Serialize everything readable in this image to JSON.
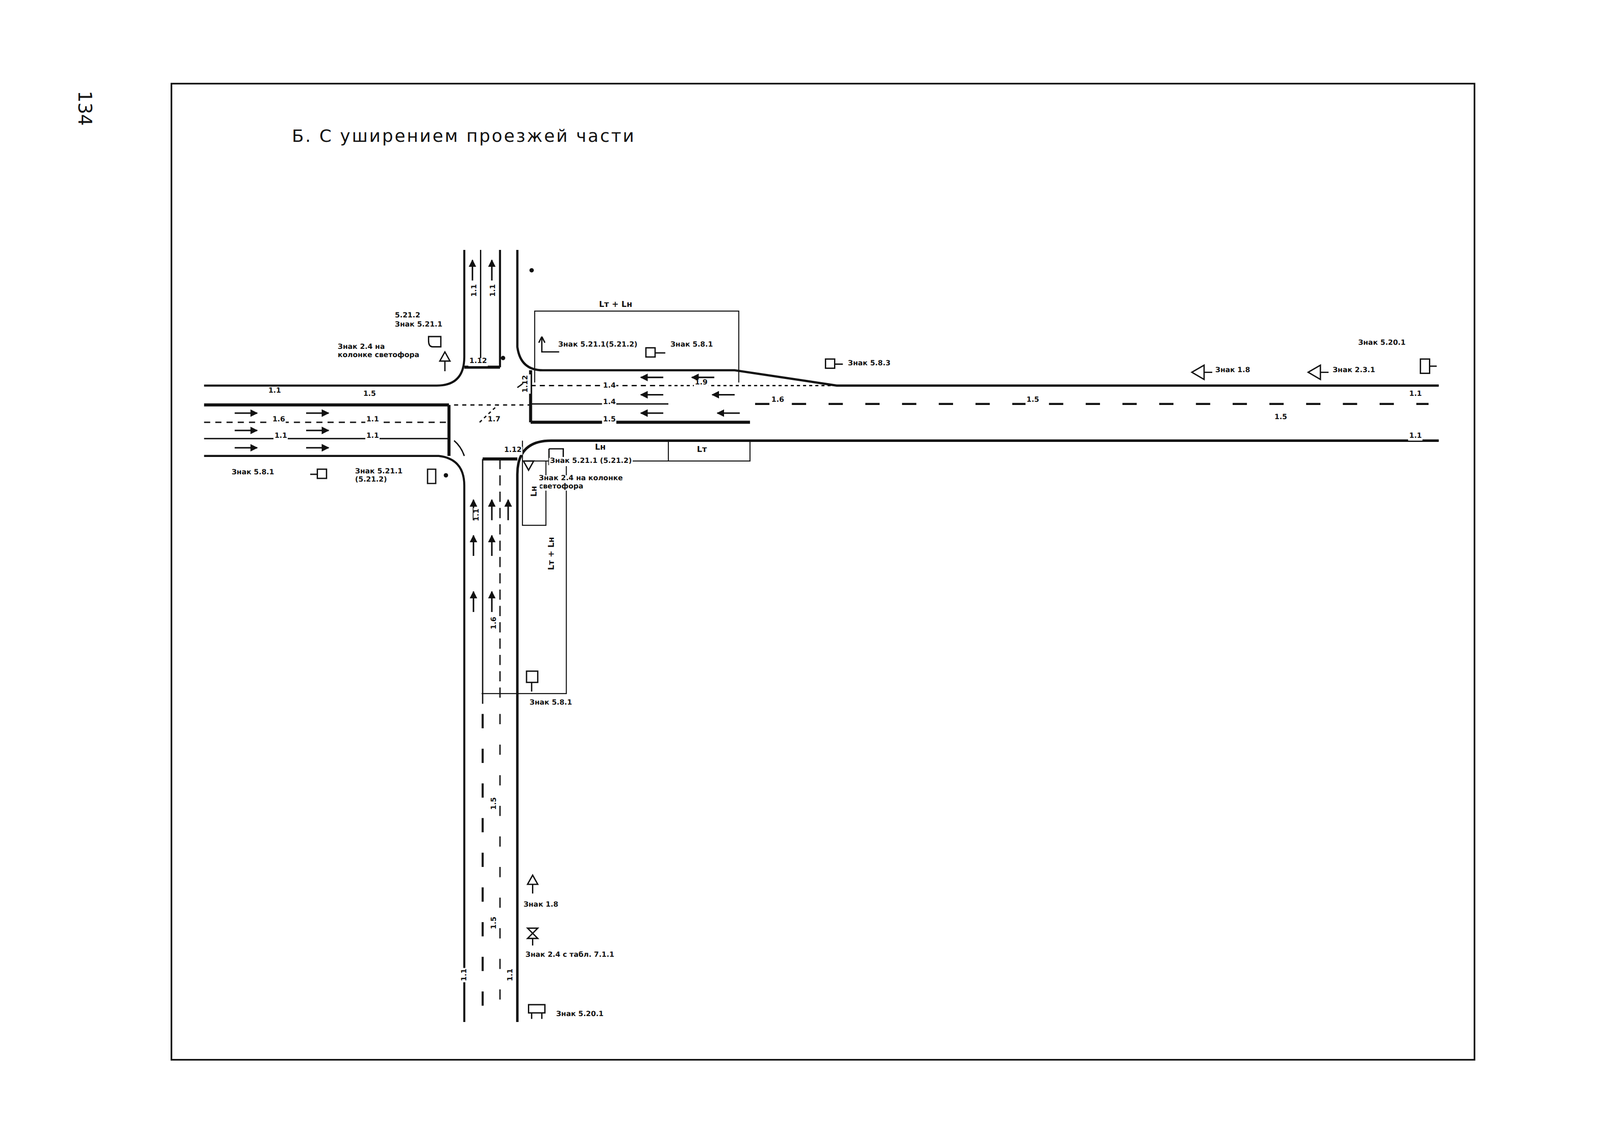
{
  "diagram": {
    "title": "Б. С уширением проезжей части",
    "labels": [
      "134",
      "Lт + Lн",
      "Знак 5.21.1(5.21.2)",
      "Знак 5.8.1",
      "Знак 5.8.3",
      "Знак 1.8",
      "Знак 2.3.1",
      "Знак 5.20.1",
      "5.21.2",
      "Знак 5.21.1",
      "Знак 2.4 на колонке светофора",
      "Знак 5.8.1",
      "Знак 5.21.1 (5.21.2)",
      "Lн",
      "Lт",
      "Знак 5.21.1 (5.21.2)",
      "Знак 2.4 на колонке светофора",
      "Lн",
      "Lт + Lн",
      "Знак 5.8.1",
      "Знак 1.8",
      "Знак 2.4 с табл. 7.1.1",
      "Знак 5.20.1",
      "1.1",
      "1.5",
      "1.6",
      "1.1",
      "1.1",
      "1.1",
      "1.12",
      "1.1",
      "1.1",
      "1.7",
      "1.12",
      "1.4",
      "1.9",
      "1.4",
      "1.6",
      "1.5",
      "1.5",
      "1.5",
      "1.1",
      "1.1",
      "1.1",
      "1.6",
      "1.5",
      "1.5",
      "1.1",
      "1.1",
      "1.12"
    ]
  }
}
